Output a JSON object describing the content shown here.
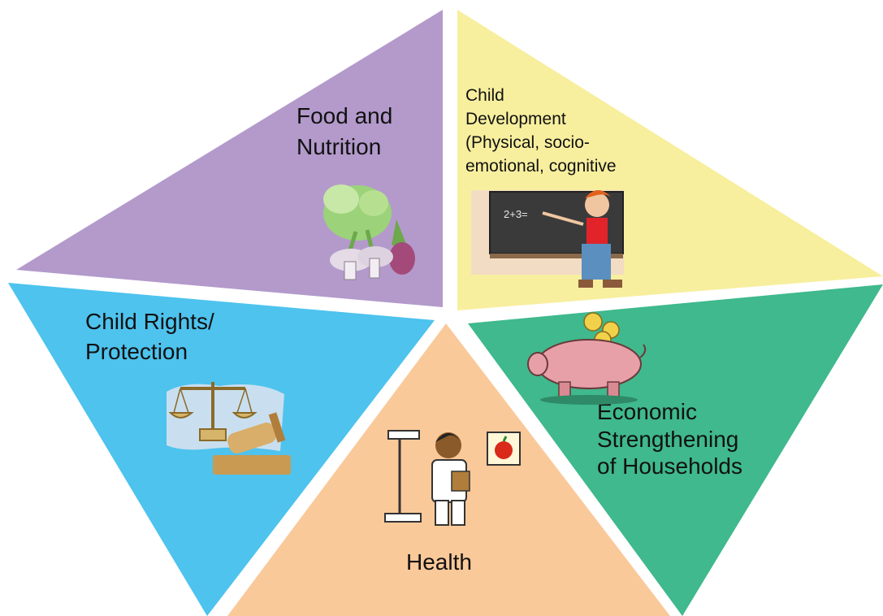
{
  "segments": [
    {
      "id": "food",
      "label_lines": [
        "Food and",
        "Nutrition"
      ],
      "color": "#b39acb",
      "icon": "vegetables-icon"
    },
    {
      "id": "child-dev",
      "label_lines": [
        "Child",
        "Development",
        "(Physical, socio-",
        "emotional, cognitive"
      ],
      "color": "#f7ef9e",
      "icon": "teacher-at-chalkboard-icon",
      "chalkboard_text": "2+3="
    },
    {
      "id": "rights",
      "label_lines": [
        "Child Rights/",
        "Protection"
      ],
      "color": "#4dc3ee",
      "icon": "scales-and-gavel-icon"
    },
    {
      "id": "health",
      "label_lines": [
        "Health"
      ],
      "color": "#fac99a",
      "icon": "nurse-with-scale-icon"
    },
    {
      "id": "economic",
      "label_lines": [
        "Economic",
        "Strengthening",
        "of Households"
      ],
      "color": "#3fb98d",
      "icon": "piggy-bank-icon"
    }
  ]
}
